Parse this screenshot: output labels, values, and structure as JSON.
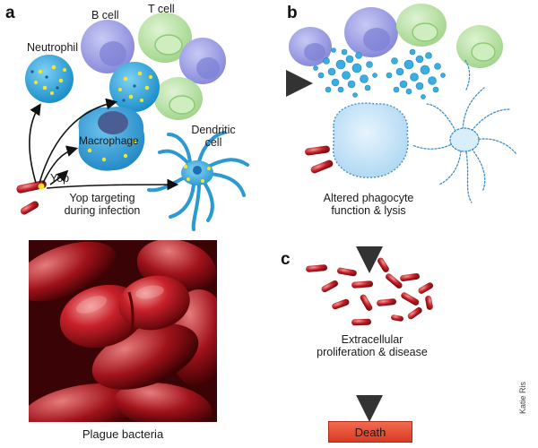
{
  "panels": {
    "a": "a",
    "b": "b",
    "c": "c"
  },
  "cells": {
    "neutrophil": "Neutrophil",
    "b_cell": "B cell",
    "t_cell": "T cell",
    "macrophage": "Macrophage",
    "dendritic_line1": "Dendritic",
    "dendritic_line2": "cell"
  },
  "labels": {
    "yop": "Yop",
    "yop_targeting_line1": "Yop targeting",
    "yop_targeting_line2": "during infection",
    "altered_line1": "Altered phagocyte",
    "altered_line2": "function & lysis",
    "extracellular_line1": "Extracellular",
    "extracellular_line2": "proliferation & disease",
    "death": "Death",
    "plague_caption": "Plague bacteria",
    "credit": "Katie Ris"
  },
  "colors": {
    "neutrophil_blue": "#2aa6dc",
    "b_cell_purple": "#9c9ee6",
    "t_cell_green": "#a9dc97",
    "macrophage_blue": "#2e9fd8",
    "nucleus_navy": "#4a5e94",
    "yop_yellow": "#f5e62a",
    "bacteria_red": "#cc2229",
    "lysed_light_blue": "#bfe0f6",
    "death_red": "#e8472e",
    "micrograph_red": "#b8141c"
  }
}
